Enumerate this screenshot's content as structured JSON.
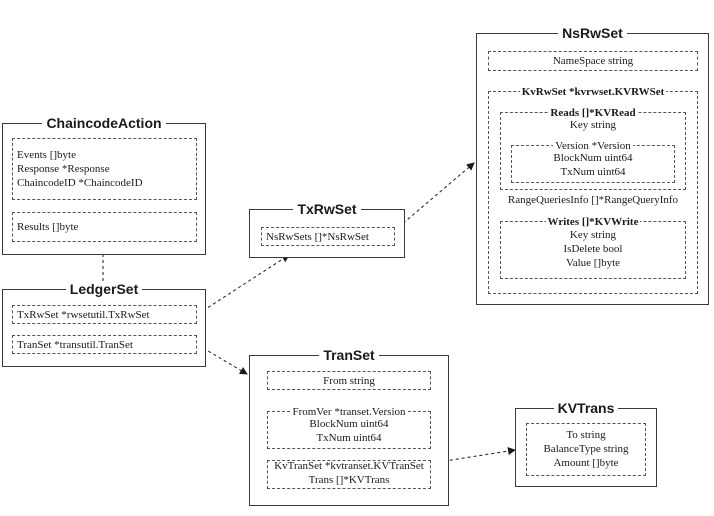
{
  "chaincode_action": {
    "title": "ChaincodeAction",
    "fields_top": [
      "Events []byte",
      "Response *Response",
      "ChaincodeID *ChaincodeID"
    ],
    "results": "Results []byte"
  },
  "ledger_set": {
    "title": "LedgerSet",
    "txrwset_field": "TxRwSet *rwsetutil.TxRwSet",
    "transet_field": "TranSet *transutil.TranSet"
  },
  "tx_rw_set": {
    "title": "TxRwSet",
    "field": "NsRwSets []*NsRwSet"
  },
  "ns_rw_set": {
    "title": "NsRwSet",
    "namespace": "NameSpace string",
    "kvrwset_label": "KvRwSet *kvrwset.KVRWSet",
    "reads_label": "Reads []*KVRead",
    "reads_key": "Key string",
    "version_label": "Version *Version",
    "version_fields": [
      "BlockNum uint64",
      "TxNum uint64"
    ],
    "range_queries": "RangeQueriesInfo []*RangeQueryInfo",
    "writes_label": "Writes []*KVWrite",
    "writes_fields": [
      "Key string",
      "IsDelete bool",
      "Value []byte"
    ]
  },
  "tran_set": {
    "title": "TranSet",
    "from": "From string",
    "fromver_label": "FromVer *transet.Version",
    "fromver_fields": [
      "BlockNum uint64",
      "TxNum uint64"
    ],
    "kvtranset_fields": [
      "KvTranSet *kvtranset.KVTranSet",
      "Trans []*KVTrans"
    ]
  },
  "kv_trans": {
    "title": "KVTrans",
    "fields": [
      "To string",
      "BalanceType string",
      "Amount []byte"
    ]
  }
}
